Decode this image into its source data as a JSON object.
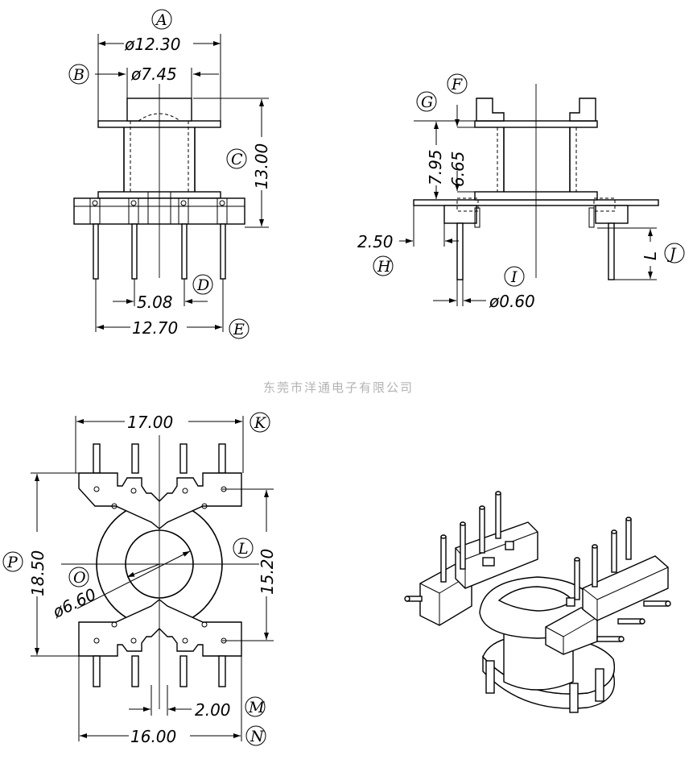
{
  "title": "",
  "watermark": "东莞市洋通电子有限公司",
  "labels": {
    "A": "A",
    "B": "B",
    "C": "C",
    "D": "D",
    "E": "E",
    "F": "F",
    "G": "G",
    "H": "H",
    "I": "I",
    "J": "J",
    "K": "K",
    "L": "L",
    "M": "M",
    "N": "N",
    "O": "O",
    "P": "P"
  },
  "dimensions": {
    "A": "ø12.30",
    "B": "ø7.45",
    "C": "13.00",
    "D": "5.08",
    "E": "12.70",
    "F": "6.65",
    "G": "7.95",
    "H": "2.50",
    "I": "ø0.60",
    "J": "L",
    "K": "17.00",
    "L": "15.20",
    "M": "2.00",
    "N": "16.00",
    "O": "ø6.60",
    "P": "18.50"
  }
}
